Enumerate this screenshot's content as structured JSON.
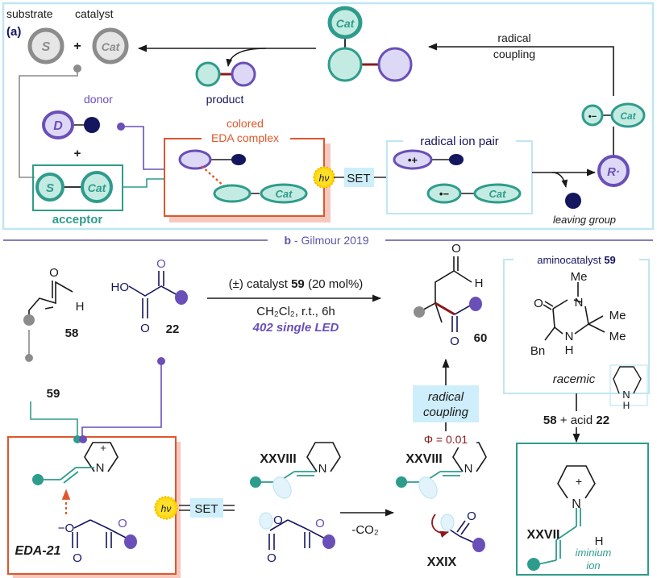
{
  "colors": {
    "teal": "#2e9c8c",
    "teal_fill": "#c4ebe2",
    "purple": "#6a4fb8",
    "purple_fill": "#ddd8f5",
    "navy": "#14165e",
    "gray": "#8c8c8c",
    "gray_fill": "#e6e6e6",
    "orange": "#e0562a",
    "orange_shadow": "#f7c8bf",
    "dark_red": "#8b1a1a",
    "frame_blue": "#bfe6f2",
    "divider": "#5c55a6",
    "set_box": "#cdeefa"
  },
  "panel_a": {
    "tag": "(a)",
    "substrate_label": "substrate",
    "catalyst_label": "catalyst",
    "S": "S",
    "Cat": "Cat",
    "plus": "+",
    "product_label": "product",
    "radical_coupling_1": "radical",
    "radical_coupling_2": "coupling",
    "donor_label": "donor",
    "D": "D",
    "colored_label": "colored",
    "eda_complex_label": "EDA complex",
    "acceptor_label": "acceptor",
    "hv": "hν",
    "set": "SET",
    "radical_ion_pair": "radical ion pair",
    "cation_sym": "•+",
    "anion_sym": "•−",
    "radical_dot": "•−",
    "R": "R·",
    "leaving_group": "leaving group"
  },
  "divider": {
    "b": "b",
    "title": " - Gilmour 2019"
  },
  "panel_b": {
    "cmpd58": "58",
    "cmpd22": "22",
    "cmpd59": "59",
    "cmpd60": "60",
    "O": "O",
    "H": "H",
    "HO": "HO",
    "reagent_line1_a": "(±) catalyst ",
    "reagent_line1_b": "59",
    "reagent_line1_c": " (20 mol%)",
    "reagent_line2": "CH₂Cl₂, r.t., 6h",
    "reagent_line3": "402 single LED",
    "aminocatalyst_a": "aminocatalyst ",
    "aminocatalyst_b": "59",
    "Me1": "Me",
    "Me2": "Me",
    "Me3": "Me",
    "N": "N",
    "NH": "N",
    "Hsub": "H",
    "Bn": "Bn",
    "racemic": "racemic",
    "pyr_N": "N",
    "pyr_H": "H",
    "condition_a": "58",
    "condition_b": " + acid ",
    "condition_c": "22",
    "radical_coupling_1": "radical",
    "radical_coupling_2": "coupling",
    "phi": "Φ = 0.01",
    "eda21": "EDA-21",
    "minus_O": "−O",
    "Nplus": "N",
    "plus": "+",
    "XXVIII_1": "XXVIII",
    "XXVIII_2": "XXVIII",
    "XXIX": "XXIX",
    "XXVII": "XXVII",
    "co2": "-CO₂",
    "iminium_1": "iminium",
    "iminium_2": "ion",
    "hv": "hν",
    "set": "SET"
  }
}
